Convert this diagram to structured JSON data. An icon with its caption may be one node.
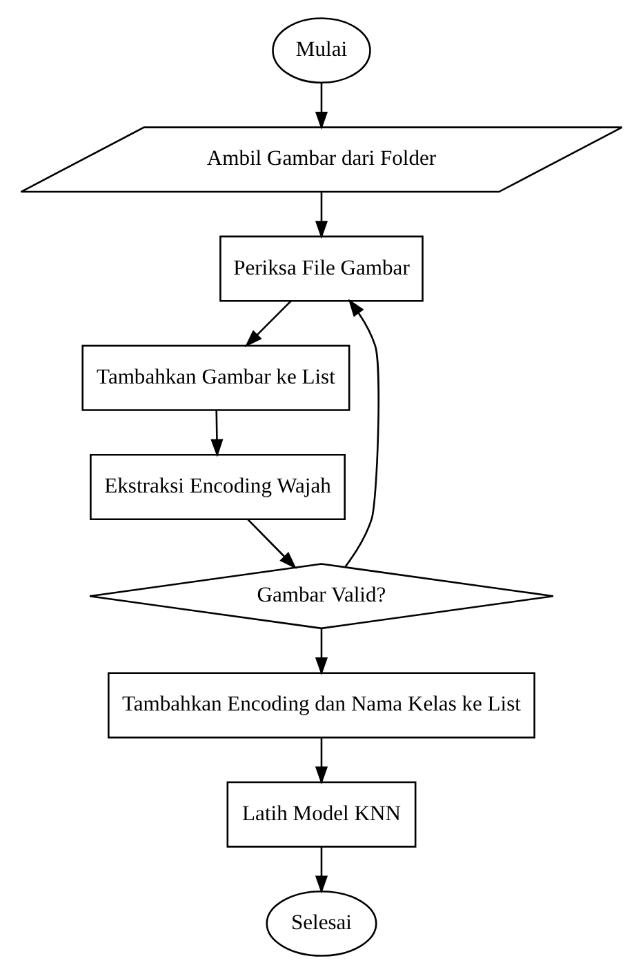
{
  "diagram": {
    "nodes": [
      {
        "text": [
          "Mulai"
        ]
      },
      {
        "text": [
          "Ambil Gambar dari Folder"
        ]
      },
      {
        "text": [
          "Periksa File Gambar"
        ]
      },
      {
        "text": [
          "Tambahkan Gambar ke List"
        ]
      },
      {
        "text": [
          "Ekstraksi Encoding Wajah"
        ]
      },
      {
        "text": [
          "Gambar Valid?"
        ]
      },
      {
        "text": [
          "Tambahkan Encoding dan Nama Kelas ke List"
        ]
      },
      {
        "text": [
          "Latih Model KNN"
        ]
      },
      {
        "text": [
          "Selesai"
        ]
      }
    ],
    "edges": [
      {
        "from": 0,
        "to": 1,
        "arrow": "to"
      },
      {
        "from": 1,
        "to": 2,
        "arrow": "to"
      },
      {
        "from": 2,
        "to": 3,
        "arrow": "to"
      },
      {
        "from": 3,
        "to": 4,
        "arrow": "to"
      },
      {
        "from": 4,
        "to": 5,
        "arrow": "to"
      },
      {
        "from": 5,
        "to": 2,
        "arrow": "to"
      },
      {
        "from": 5,
        "to": 6,
        "arrow": "to"
      },
      {
        "from": 6,
        "to": 7,
        "arrow": "to"
      },
      {
        "from": 7,
        "to": 8,
        "arrow": "to"
      }
    ]
  }
}
